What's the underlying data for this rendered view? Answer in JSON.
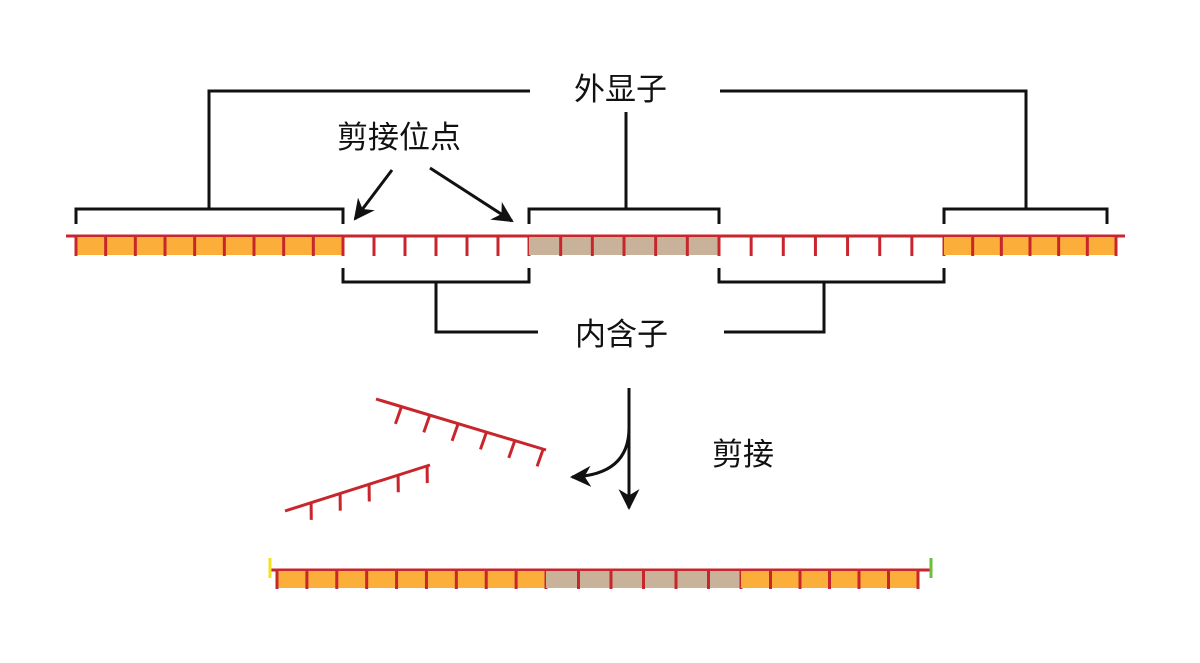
{
  "labels": {
    "exon": "外显子",
    "splice_site": "剪接位点",
    "intron": "内含子",
    "splicing": "剪接"
  },
  "colors": {
    "backbone": "#c8262c",
    "exon_orange": "#fbae3a",
    "exon_tan": "#c8b29a",
    "bracket": "#111111",
    "cap_yellow": "#f2e21a",
    "tail_green": "#6cbf3b"
  },
  "pre_mrna": {
    "segments": [
      {
        "type": "exon",
        "fill": "exon_orange",
        "units": 9
      },
      {
        "type": "intron",
        "fill": "none",
        "units": 6
      },
      {
        "type": "exon",
        "fill": "exon_tan",
        "units": 6
      },
      {
        "type": "intron",
        "fill": "none",
        "units": 7
      },
      {
        "type": "exon",
        "fill": "exon_orange",
        "units": 6
      }
    ]
  },
  "excised_introns": [
    {
      "name": "intron-1",
      "ticks": 6
    },
    {
      "name": "intron-2",
      "ticks": 5
    }
  ],
  "mature_mrna": {
    "segments": [
      {
        "type": "exon",
        "fill": "exon_orange",
        "units": 9
      },
      {
        "type": "exon",
        "fill": "exon_tan",
        "units": 6
      },
      {
        "type": "exon",
        "fill": "exon_orange",
        "units": 6
      }
    ]
  }
}
